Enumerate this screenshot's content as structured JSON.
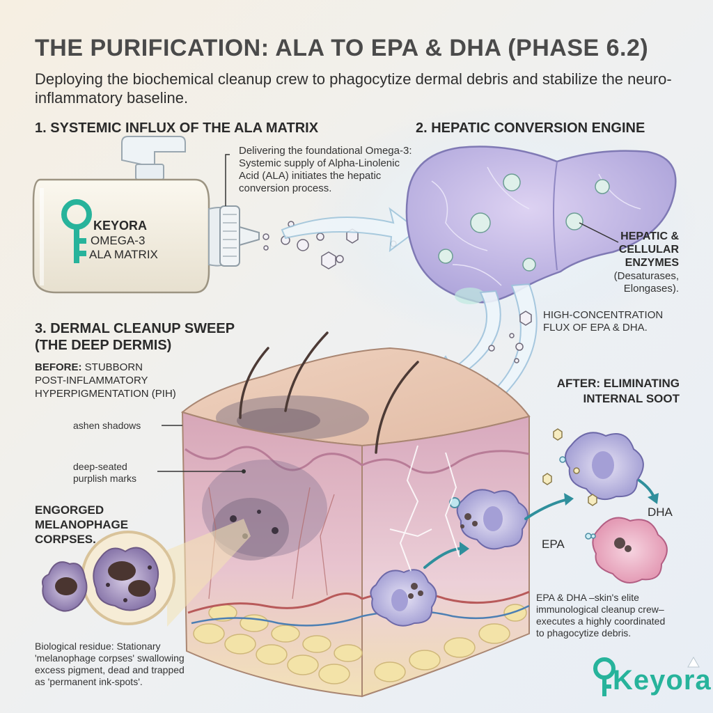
{
  "header": {
    "title": "THE PURIFICATION: ALA TO EPA & DHA (PHASE 6.2)",
    "subtitle": "Deploying the biochemical cleanup crew to phagocytize dermal debris and stabilize the neuro-inflammatory baseline."
  },
  "section1": {
    "heading": "1. SYSTEMIC INFLUX OF THE ALA MATRIX",
    "bottle_brand": "KEYORA",
    "bottle_line1": "OMEGA-3",
    "bottle_line2": "ALA MATRIX",
    "description": "Delivering the foundational Omega-3: Systemic supply of Alpha-Linolenic Acid (ALA) initiates the hepatic conversion process."
  },
  "section2": {
    "heading": "2. HEPATIC CONVERSION ENGINE",
    "enzymes_title_1": "HEPATIC &",
    "enzymes_title_2": "CELLULAR",
    "enzymes_title_3": "ENZYMES",
    "enzymes_detail_1": "(Desaturases,",
    "enzymes_detail_2": "Elongases).",
    "flux_1": "HIGH-CONCENTRATION",
    "flux_2": "FLUX OF EPA & DHA."
  },
  "section3": {
    "heading_1": "3. DERMAL CLEANUP SWEEP",
    "heading_2": "(THE DEEP DERMIS)",
    "before_label": "BEFORE:",
    "before_text_1": "STUBBORN",
    "before_text_2": "POST-INFLAMMATORY",
    "before_text_3": "HYPERPIGMENTATION (PIH)",
    "ashen": "ashen shadows",
    "deep_1": "deep-seated",
    "deep_2": "purplish marks",
    "melanophage_1": "ENGORGED",
    "melanophage_2": "MELANOPHAGE",
    "melanophage_3": "CORPSES.",
    "residue_1": "Biological residue: Stationary",
    "residue_2": "'melanophage corpses' swallowing",
    "residue_3": "excess pigment, dead and trapped",
    "residue_4": "as 'permanent ink-spots'.",
    "after_1": "AFTER: ELIMINATING",
    "after_2": "INTERNAL SOOT",
    "epa": "EPA",
    "dha": "DHA",
    "crew_1": "EPA & DHA –skin's elite",
    "crew_2": "immunological cleanup crew–",
    "crew_3": "executes a highly coordinated",
    "crew_4": "to phagocytize debris."
  },
  "footer": {
    "logo": "Keyora"
  },
  "colors": {
    "teal": "#27b39b",
    "liver": "#c9b8e8",
    "skin": "#e9c7b5",
    "text": "#2b2b2b"
  }
}
